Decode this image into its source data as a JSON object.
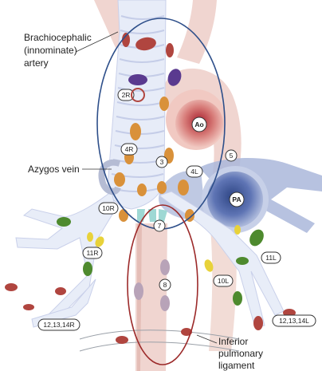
{
  "labels": {
    "brachiocephalic_1": "Brachiocephalic",
    "brachiocephalic_2": "(innominate)",
    "brachiocephalic_3": "artery",
    "azygos": "Azygos vein",
    "inferior_1": "Inferior",
    "inferior_2": "pulmonary",
    "inferior_3": "ligament"
  },
  "structures": {
    "ao": "Ao",
    "pa": "PA"
  },
  "stations": {
    "s2r": "2R",
    "s4r": "4R",
    "s3": "3",
    "s4l": "4L",
    "s5": "5",
    "s10r": "10R",
    "s7": "7",
    "s11r": "11R",
    "s8": "8",
    "s11l": "11L",
    "s10l": "10L",
    "s12r": "12,13,14R",
    "s12l": "12,13,14L"
  },
  "colors": {
    "node_red": "#b0453f",
    "node_orange": "#d9913a",
    "node_purple": "#5a3a8f",
    "node_green": "#4e8a2e",
    "node_yellow": "#e8d23a",
    "node_mauve": "#b8a3b8",
    "node_teal": "#9ed8d4",
    "ellipse_blue": "#2e4f8a",
    "ellipse_red": "#9c2a2a",
    "trachea": "#e7ecf8",
    "pink_vessel": "#f0d5d0",
    "aorta": "#c8505a",
    "pa": "#4f65a8"
  }
}
